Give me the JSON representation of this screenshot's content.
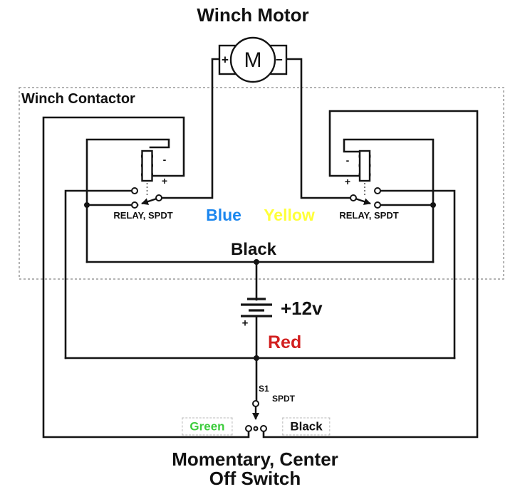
{
  "title": "Winch Motor",
  "contactor": {
    "label": "Winch Contactor"
  },
  "motor": {
    "symbol": "M",
    "plus": "+",
    "minus": "−"
  },
  "relays": {
    "left": {
      "label": "RELAY, SPDT",
      "coil_minus": "-",
      "coil_plus": "+"
    },
    "right": {
      "label": "RELAY, SPDT",
      "coil_minus": "-",
      "coil_plus": "+"
    }
  },
  "battery": {
    "label": "+12v",
    "plus": "+"
  },
  "switch_s1": {
    "name": "S1",
    "type": "SPDT"
  },
  "wire_labels": {
    "blue": "Blue",
    "yellow": "Yellow",
    "black_bus": "Black",
    "red": "Red",
    "green": "Green",
    "black_switch": "Black"
  },
  "caption": {
    "line1": "Momentary, Center",
    "line2": "Off Switch"
  },
  "colors": {
    "blue": "#1c86ee",
    "yellow": "#ffff3a",
    "red": "#d21f1f",
    "green": "#3dcc3d",
    "wire": "#141414",
    "dashed_box": "#9a9a9a"
  }
}
